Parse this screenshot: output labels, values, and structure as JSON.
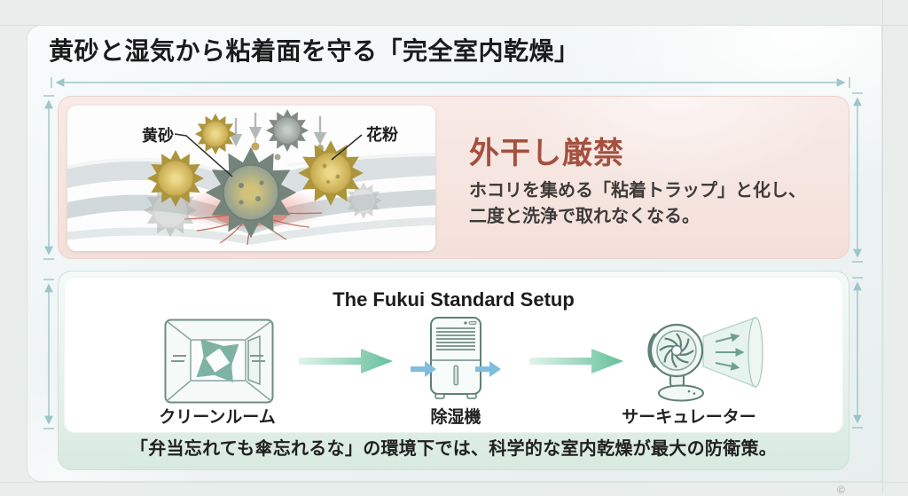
{
  "title": "黄砂と湿気から粘着面を守る「完全室内乾燥」",
  "hazard_panel": {
    "heading": "外干し厳禁",
    "heading_color": "#a5503e",
    "panel_color": "#f6e5e0",
    "body_lines": [
      "ホコリを集める「粘着トラップ」と化し、",
      "二度と洗浄で取れなくなる。"
    ],
    "illustration": {
      "label_left": "黄砂",
      "label_right": "花粉"
    }
  },
  "setup_panel": {
    "title": "The Fukui Standard Setup",
    "steps": [
      {
        "label": "クリーンルーム",
        "icon": "clean-room-icon"
      },
      {
        "label": "除湿機",
        "icon": "dehumidifier-icon"
      },
      {
        "label": "サーキュレーター",
        "icon": "circulator-fan-icon"
      }
    ],
    "caption": "「弁当忘れても傘忘れるな」の環境下では、科学的な室内乾燥が最大の防衛策。",
    "arrow_color": "#64c09c",
    "panel_color": "#e3f0e9"
  },
  "annotation_color": "#9cc6ca",
  "watermark": "©"
}
